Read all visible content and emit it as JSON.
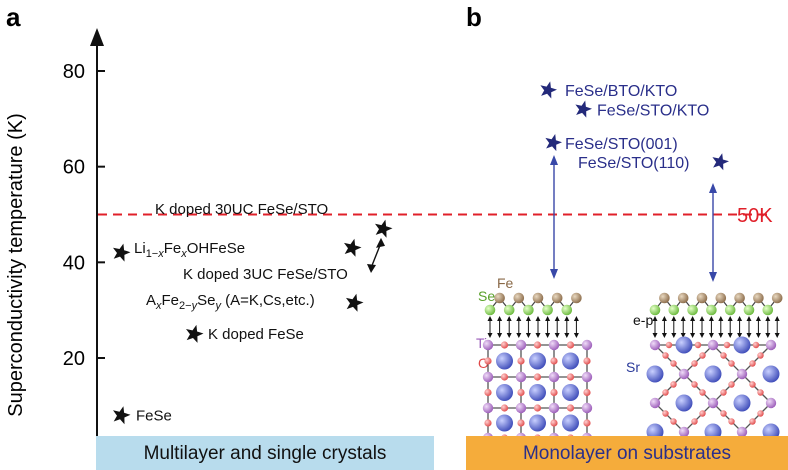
{
  "panels": {
    "a": {
      "label": "a",
      "banner": "Multilayer and single crystals"
    },
    "b": {
      "label": "b",
      "banner": "Monolayer on substrates",
      "threshold_label": "50K",
      "coupling_label": "e-p",
      "atom_labels": {
        "fe": "Fe",
        "se": "Se",
        "ti": "Ti",
        "o": "O",
        "sr": "Sr"
      }
    }
  },
  "chart_data": [
    {
      "type": "scatter",
      "panel": "a",
      "ylabel": "Superconductivity temperature (K)",
      "ylim": [
        0,
        90
      ],
      "yticks": [
        20,
        40,
        60,
        80
      ],
      "threshold": 50,
      "points": [
        {
          "label": "FeSe",
          "y": 8
        },
        {
          "label": "K doped FeSe",
          "y": 25
        },
        {
          "label": "AxFe2−ySey (A=K,Cs,etc.)",
          "y": 31.5
        },
        {
          "label": "Li1−xFexOHFeSe",
          "y": 42
        },
        {
          "label": "K doped 3UC FeSe/STO",
          "y": 43
        },
        {
          "label": "K doped 30UC FeSe/STO",
          "y": 47
        }
      ]
    },
    {
      "type": "scatter",
      "panel": "b",
      "ylim": [
        0,
        90
      ],
      "points": [
        {
          "label": "FeSe/BTO/KTO",
          "y": 76
        },
        {
          "label": "FeSe/STO/KTO",
          "y": 72
        },
        {
          "label": "FeSe/STO(001)",
          "y": 65
        },
        {
          "label": "FeSe/STO(110)",
          "y": 61
        }
      ]
    }
  ],
  "colors": {
    "star_black": "#111111",
    "star_blue": "#23297a",
    "dash_red": "#e0202a",
    "banner_a": "#b8dced",
    "banner_b": "#f5ac3b",
    "banner_b_text": "#2a2f8a",
    "se_green": "#8fd15a",
    "fe_brown": "#9a7b58",
    "ti_purple": "#b97ed0",
    "o_red": "#ef6b6b",
    "sr_blue": "#5f6fd3",
    "arrow_blue": "#3848a8"
  }
}
